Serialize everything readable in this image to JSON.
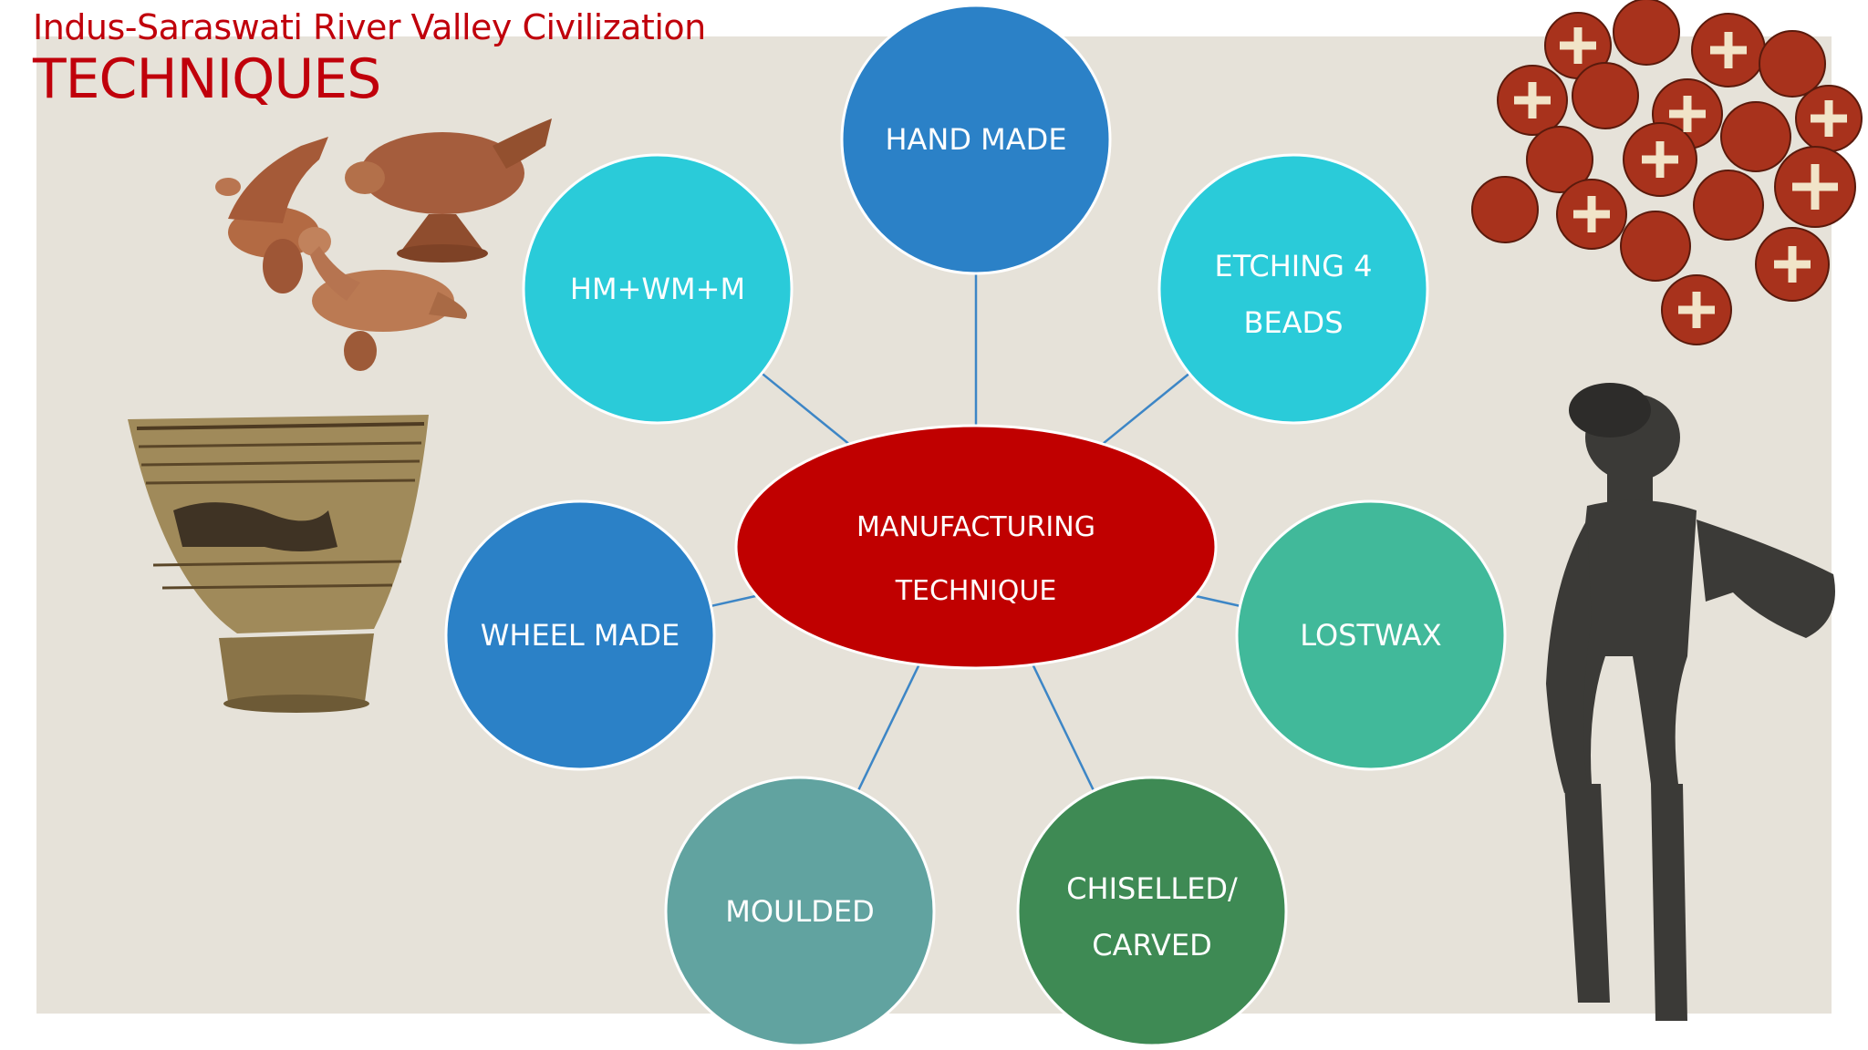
{
  "header": {
    "title": "Indus-Saraswati River Valley Civilization",
    "subtitle": "TECHNIQUES"
  },
  "diagram": {
    "center": {
      "line1": "MANUFACTURING",
      "line2": "TECHNIQUE",
      "color": "#c00000"
    },
    "nodes": [
      {
        "id": "hand-made",
        "line1": "HAND MADE",
        "line2": "",
        "color": "#2b81c7"
      },
      {
        "id": "etching-beads",
        "line1": "ETCHING 4",
        "line2": "BEADS",
        "color": "#2acbd9"
      },
      {
        "id": "lostwax",
        "line1": "LOSTWAX",
        "line2": "",
        "color": "#41b99a"
      },
      {
        "id": "chiselled-carved",
        "line1": "CHISELLED/",
        "line2": "CARVED",
        "color": "#3e8a54"
      },
      {
        "id": "moulded",
        "line1": "MOULDED",
        "line2": "",
        "color": "#61a3a0"
      },
      {
        "id": "wheel-made",
        "line1": "WHEEL MADE",
        "line2": "",
        "color": "#2b81c7"
      },
      {
        "id": "hm-wm-m",
        "line1": "HM+WM+M",
        "line2": "",
        "color": "#2acbd9"
      }
    ],
    "connector_color": "#3d86c6",
    "background_color": "#e6e2d9"
  },
  "images": [
    {
      "name": "terracotta-bird-figurines-image"
    },
    {
      "name": "painted-pottery-vessel-image"
    },
    {
      "name": "etched-carnelian-beads-image"
    },
    {
      "name": "bronze-dancing-girl-statue-image"
    }
  ]
}
